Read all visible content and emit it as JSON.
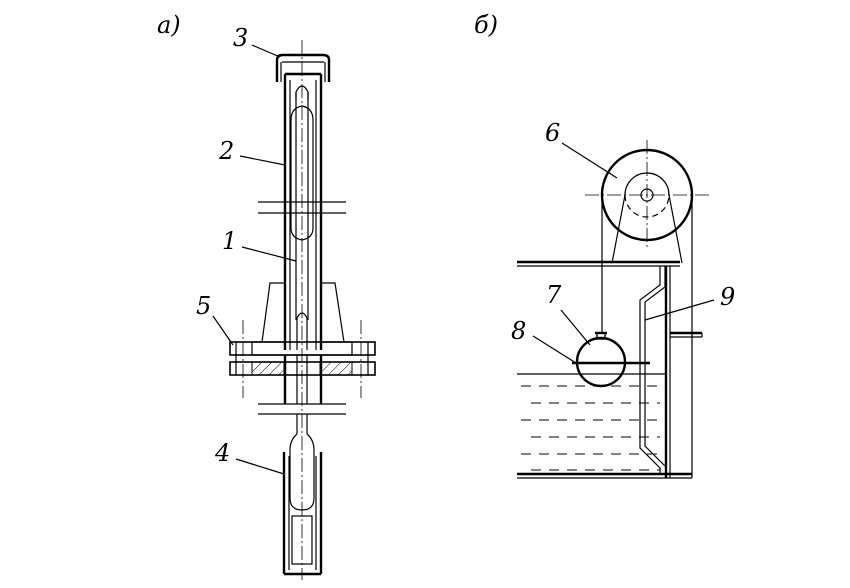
{
  "figure": {
    "panel_a": {
      "label": "а)"
    },
    "panel_b": {
      "label": "б)"
    },
    "callouts": [
      {
        "id": "1",
        "text": "1"
      },
      {
        "id": "2",
        "text": "2"
      },
      {
        "id": "3",
        "text": "3"
      },
      {
        "id": "4",
        "text": "4"
      },
      {
        "id": "5",
        "text": "5"
      },
      {
        "id": "6",
        "text": "6"
      },
      {
        "id": "7",
        "text": "7"
      },
      {
        "id": "8",
        "text": "8"
      },
      {
        "id": "9",
        "text": "9"
      }
    ]
  }
}
